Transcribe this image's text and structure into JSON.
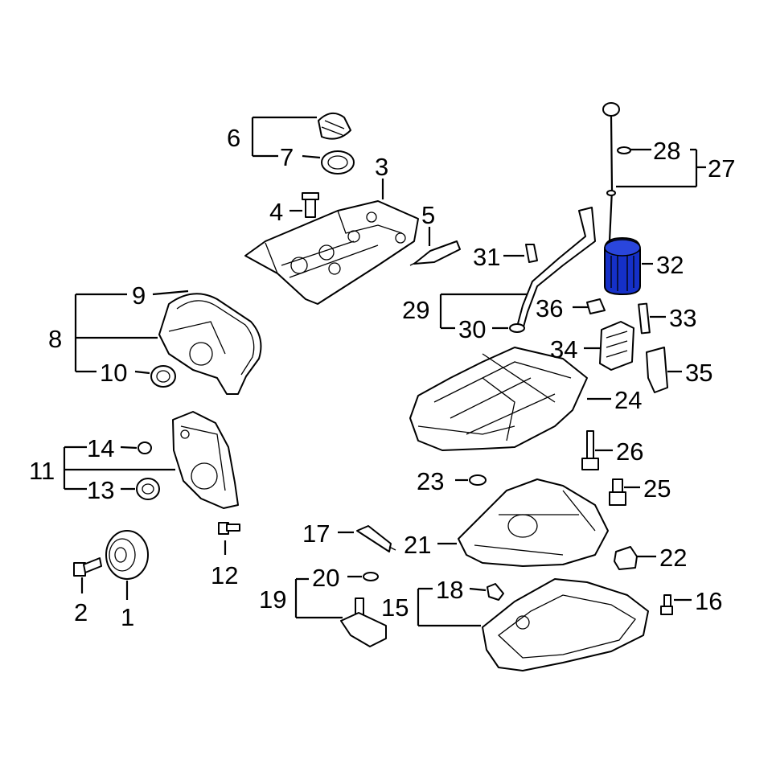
{
  "diagram": {
    "highlight_color": "#1530c8",
    "callouts": [
      {
        "id": "c1",
        "text": "1"
      },
      {
        "id": "c2",
        "text": "2"
      },
      {
        "id": "c3",
        "text": "3"
      },
      {
        "id": "c4",
        "text": "4"
      },
      {
        "id": "c5",
        "text": "5"
      },
      {
        "id": "c6",
        "text": "6"
      },
      {
        "id": "c7",
        "text": "7"
      },
      {
        "id": "c8",
        "text": "8"
      },
      {
        "id": "c9",
        "text": "9"
      },
      {
        "id": "c10",
        "text": "10"
      },
      {
        "id": "c11",
        "text": "11"
      },
      {
        "id": "c12",
        "text": "12"
      },
      {
        "id": "c13",
        "text": "13"
      },
      {
        "id": "c14",
        "text": "14"
      },
      {
        "id": "c15",
        "text": "15"
      },
      {
        "id": "c16",
        "text": "16"
      },
      {
        "id": "c17",
        "text": "17"
      },
      {
        "id": "c18",
        "text": "18"
      },
      {
        "id": "c19",
        "text": "19"
      },
      {
        "id": "c20",
        "text": "20"
      },
      {
        "id": "c21",
        "text": "21"
      },
      {
        "id": "c22",
        "text": "22"
      },
      {
        "id": "c23",
        "text": "23"
      },
      {
        "id": "c24",
        "text": "24"
      },
      {
        "id": "c25",
        "text": "25"
      },
      {
        "id": "c26",
        "text": "26"
      },
      {
        "id": "c27",
        "text": "27"
      },
      {
        "id": "c28",
        "text": "28"
      },
      {
        "id": "c29",
        "text": "29"
      },
      {
        "id": "c30",
        "text": "30"
      },
      {
        "id": "c31",
        "text": "31"
      },
      {
        "id": "c32",
        "text": "32"
      },
      {
        "id": "c33",
        "text": "33"
      },
      {
        "id": "c34",
        "text": "34"
      },
      {
        "id": "c35",
        "text": "35"
      },
      {
        "id": "c36",
        "text": "36"
      }
    ]
  }
}
